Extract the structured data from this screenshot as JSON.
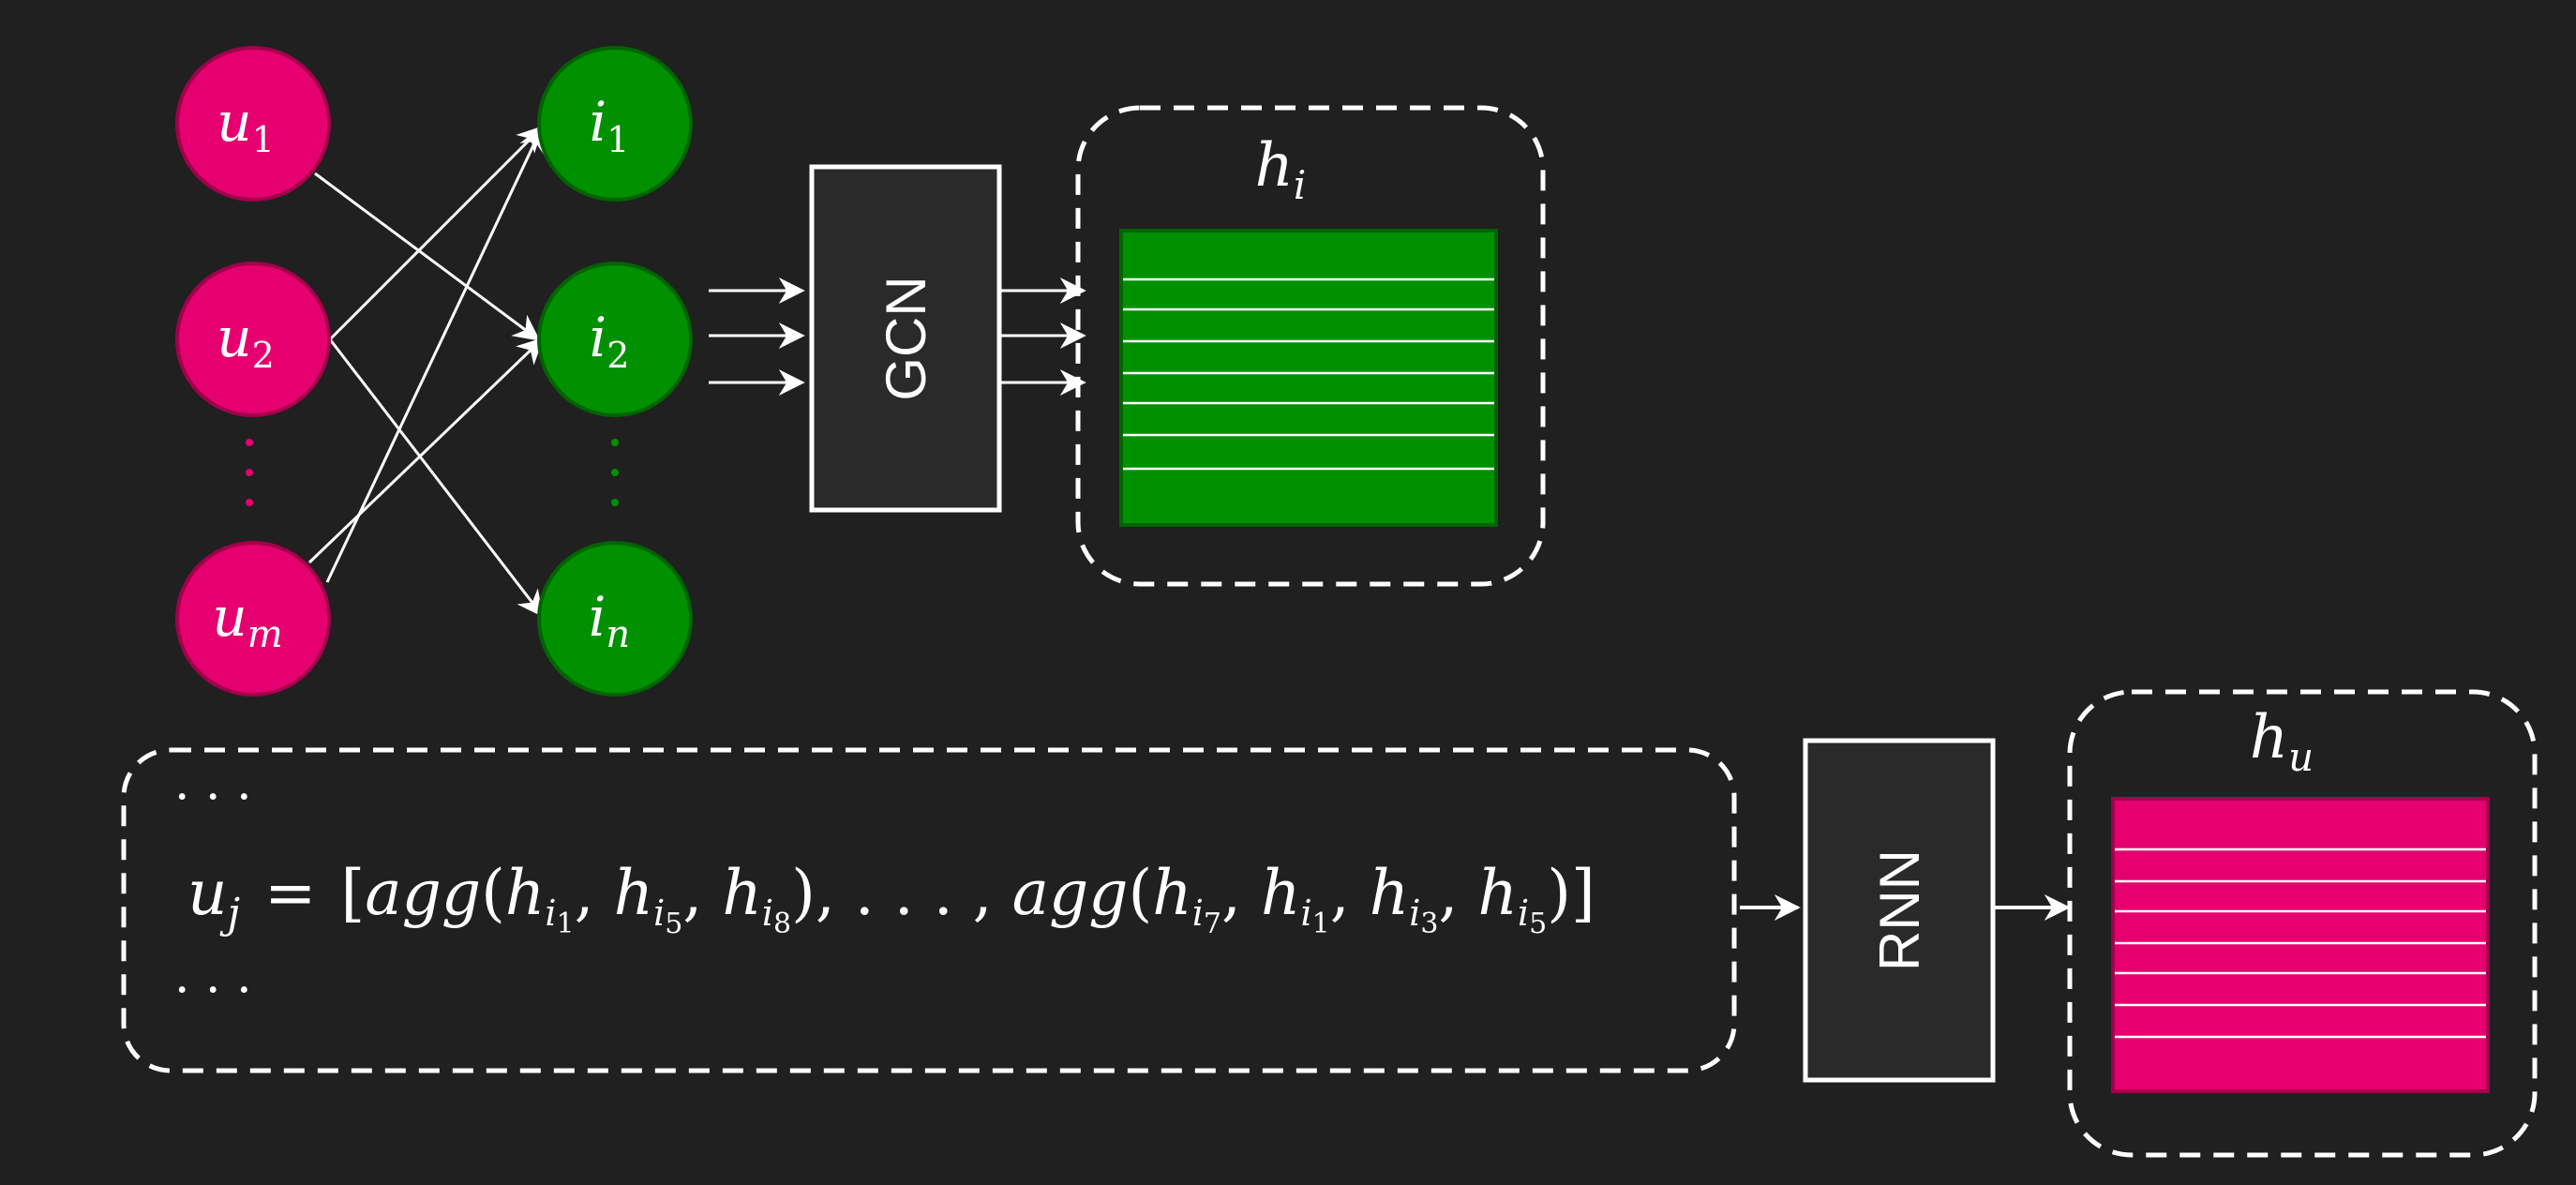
{
  "colors": {
    "background": "#202020",
    "user_node": "#e6006f",
    "user_node_stroke": "#a3004c",
    "item_node": "#009000",
    "item_node_stroke": "#006400",
    "box_fill": "#2a2a2a",
    "line": "#ffffff"
  },
  "users": [
    {
      "base": "u",
      "sub": "1"
    },
    {
      "base": "u",
      "sub": "2"
    },
    {
      "base": "u",
      "sub": "m"
    }
  ],
  "items": [
    {
      "base": "i",
      "sub": "1"
    },
    {
      "base": "i",
      "sub": "2"
    },
    {
      "base": "i",
      "sub": "n"
    }
  ],
  "gcn_label": "GCN",
  "rnn_label": "RNN",
  "item_embedding_label": {
    "base": "h",
    "sub": "i"
  },
  "user_embedding_label": {
    "base": "h",
    "sub": "u"
  },
  "sequence": {
    "ellipsis_top": "· · ·",
    "ellipsis_bottom": "· · ·",
    "lhs_base": "u",
    "lhs_sub": "j",
    "equals": "=",
    "agg": "agg",
    "open": "[",
    "close": "]",
    "middle": "),  . . . , ",
    "first_group": [
      "1",
      "5",
      "8"
    ],
    "last_group": [
      "7",
      "1",
      "3",
      "5"
    ]
  },
  "icons": [
    "arrow-icon",
    "vertical-ellipsis-icon"
  ]
}
